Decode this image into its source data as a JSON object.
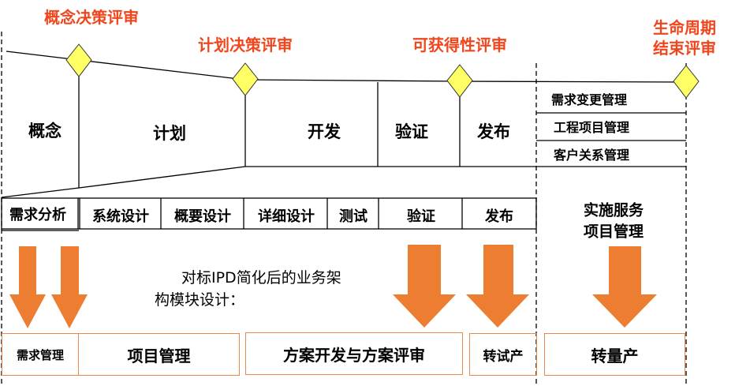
{
  "reviews": {
    "concept": "概念决策评审",
    "plan": "计划决策评审",
    "availability": "可获得性评审",
    "lifecycle_line1": "生命周期",
    "lifecycle_line2": "结束评审"
  },
  "phases": [
    "概念",
    "计划",
    "开发",
    "验证",
    "发布"
  ],
  "support": [
    "需求变更管理",
    "工程项目管理",
    "客户关系管理"
  ],
  "service": {
    "line1": "实施服务",
    "line2": "项目管理"
  },
  "activities": [
    "需求分析",
    "系统设计",
    "概要设计",
    "详细设计",
    "测试",
    "验证",
    "发布"
  ],
  "note": {
    "line1": "对标IPD简化后的业务架",
    "line2": "构模块设计："
  },
  "modules": [
    "需求管理",
    "项目管理",
    "方案开发与方案评审",
    "转试产",
    "转量产"
  ],
  "colors": {
    "arrow": "#ED7D31",
    "diamond": "#FFFF66",
    "review": "#F0461E",
    "module_border": "#E8894E"
  }
}
